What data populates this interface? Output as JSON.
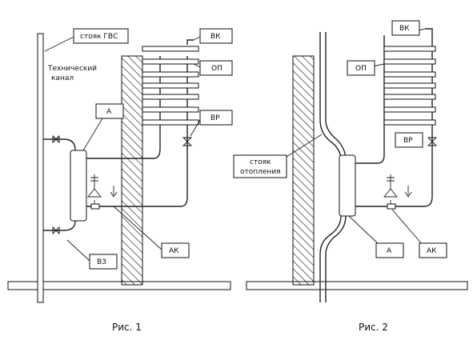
{
  "figure1": {
    "caption": "Рис. 1",
    "riser_label": "стояк ГВС",
    "channel_label_line1": "Технический",
    "channel_label_line2": "канал",
    "labels": {
      "vk": "ВК",
      "op": "ОП",
      "vr": "ВР",
      "a": "А",
      "ak": "АК",
      "vz": "ВЗ"
    }
  },
  "figure2": {
    "caption": "Рис. 2",
    "riser_label_line1": "стояк",
    "riser_label_line2": "отопления",
    "labels": {
      "vk": "ВК",
      "op": "ОП",
      "vr": "ВР",
      "a": "А",
      "ak": "АК"
    }
  },
  "colors": {
    "ink": "#111111",
    "background": "#ffffff"
  }
}
